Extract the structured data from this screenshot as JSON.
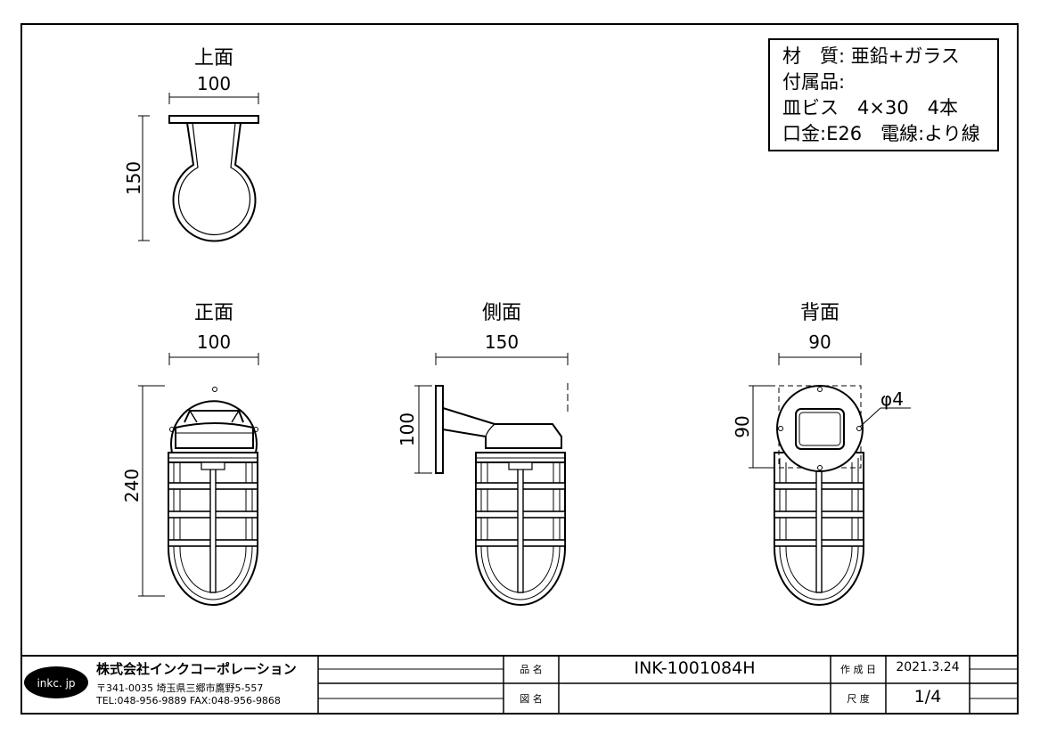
{
  "views": {
    "top": {
      "title": "上面",
      "width": "100",
      "depth": "150"
    },
    "front": {
      "title": "正面",
      "width": "100",
      "height": "240"
    },
    "side": {
      "title": "側面",
      "width": "150",
      "plate_height": "100"
    },
    "back": {
      "title": "背面",
      "width": "90",
      "height": "90",
      "hole": "φ4"
    }
  },
  "spec": {
    "material": "材　質: 亜鉛+ガラス",
    "accessories": "付属品:",
    "screws": "皿ビス　4×30　4本",
    "socket": "口金:E26　電線:より線"
  },
  "title_block": {
    "logo": "inkc. jp",
    "company": "株式会社インクコーポレーション",
    "address": "〒341-0035 埼玉県三郷市鷹野5-557",
    "tel_fax": "TEL:048-956-9889  FAX:048-956-9868",
    "product_name_label": "品 名",
    "product_name": "INK-1001084H",
    "drawing_name_label": "図 名",
    "drawing_name": "",
    "date_label": "作 成 日",
    "date": "2021.3.24",
    "scale_label": "尺 度",
    "scale": "1/4"
  },
  "colors": {
    "line": "#000000",
    "background": "#ffffff"
  }
}
